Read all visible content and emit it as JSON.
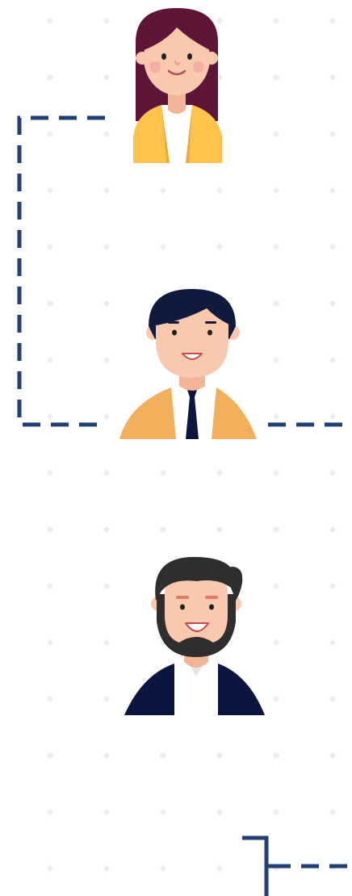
{
  "diagram": {
    "type": "org-chart-fragment",
    "nodes": [
      {
        "id": "woman-yellow-blazer",
        "icon": "woman-avatar-icon"
      },
      {
        "id": "man-yellow-blazer-tie",
        "icon": "man-avatar-icon"
      },
      {
        "id": "bearded-man-navy-jacket",
        "icon": "bearded-man-avatar-icon"
      }
    ],
    "connectors": [
      {
        "from": "woman-yellow-blazer",
        "to": "man-yellow-blazer-tie",
        "style": "dashed"
      },
      {
        "from": "man-yellow-blazer-tie",
        "to": "offscreen-right",
        "style": "dashed"
      },
      {
        "from": "bottom-bracket",
        "to": "offscreen-right",
        "style": "dashed"
      }
    ]
  },
  "colors": {
    "background": "#ffffff",
    "dots": "#eeeeee",
    "connector": "#1f3f75",
    "hair_woman": "#5e1538",
    "hair_man": "#0f1a3c",
    "hair_beard": "#2e2e2e",
    "skin": "#f9c9ad",
    "blazer_yellow": "#ffc24b",
    "blazer_orange": "#f2b05c",
    "navy": "#0c1440"
  }
}
